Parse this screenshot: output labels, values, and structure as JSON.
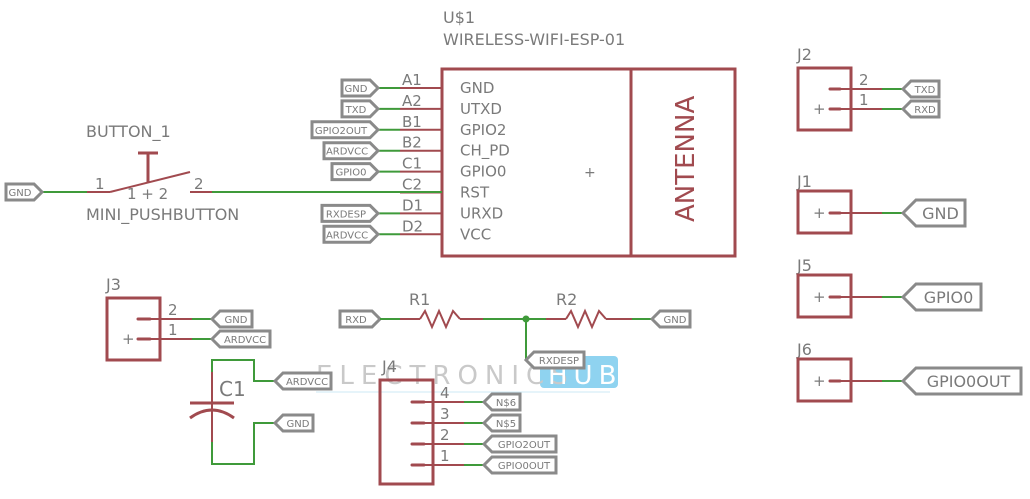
{
  "esp": {
    "ref": "U$1",
    "value": "WIRELESS-WIFI-ESP-01",
    "antenna_label": "ANTENNA",
    "pins": [
      {
        "num": "A1",
        "name": "GND",
        "net": "GND"
      },
      {
        "num": "A2",
        "name": "UTXD",
        "net": "TXD"
      },
      {
        "num": "B1",
        "name": "GPIO2",
        "net": "GPIO2OUT"
      },
      {
        "num": "B2",
        "name": "CH_PD",
        "net": "ARDVCC"
      },
      {
        "num": "C1",
        "name": "GPIO0",
        "net": "GPIO0"
      },
      {
        "num": "C2",
        "name": "RST",
        "net": ""
      },
      {
        "num": "D1",
        "name": "URXD",
        "net": "RXDESP"
      },
      {
        "num": "D2",
        "name": "VCC",
        "net": "ARDVCC"
      }
    ]
  },
  "button": {
    "ref": "BUTTON_1",
    "value": "MINI_PUSHBUTTON",
    "pin1": "1",
    "pin2": "2",
    "inner": "1 + 2",
    "net": "GND"
  },
  "j2": {
    "ref": "J2",
    "pins": [
      {
        "num": "2",
        "net": "TXD"
      },
      {
        "num": "1",
        "net": "RXD"
      }
    ]
  },
  "j1": {
    "ref": "J1",
    "net": "GND"
  },
  "j5": {
    "ref": "J5",
    "net": "GPIO0"
  },
  "j6": {
    "ref": "J6",
    "net": "GPIO0OUT"
  },
  "j3": {
    "ref": "J3",
    "pins": [
      {
        "num": "2",
        "net": "GND"
      },
      {
        "num": "1",
        "net": "ARDVCC"
      }
    ]
  },
  "c1": {
    "ref": "C1",
    "nets": [
      "ARDVCC",
      "GND"
    ]
  },
  "divider": {
    "r1": "R1",
    "r2": "R2",
    "left_net": "RXD",
    "right_net": "GND",
    "tap_net": "RXDESP"
  },
  "j4": {
    "ref": "J4",
    "pins": [
      {
        "num": "4",
        "net": "N$6"
      },
      {
        "num": "3",
        "net": "N$5"
      },
      {
        "num": "2",
        "net": "GPIO2OUT"
      },
      {
        "num": "1",
        "net": "GPIO0OUT"
      }
    ]
  },
  "watermark": {
    "text1": "ELECTRONICS",
    "text2": "HUB",
    "accent": "#8fd3f0"
  },
  "colors": {
    "wire": "#3f9a3a",
    "component": "#a14a4f",
    "label": "#8a8a8a"
  }
}
